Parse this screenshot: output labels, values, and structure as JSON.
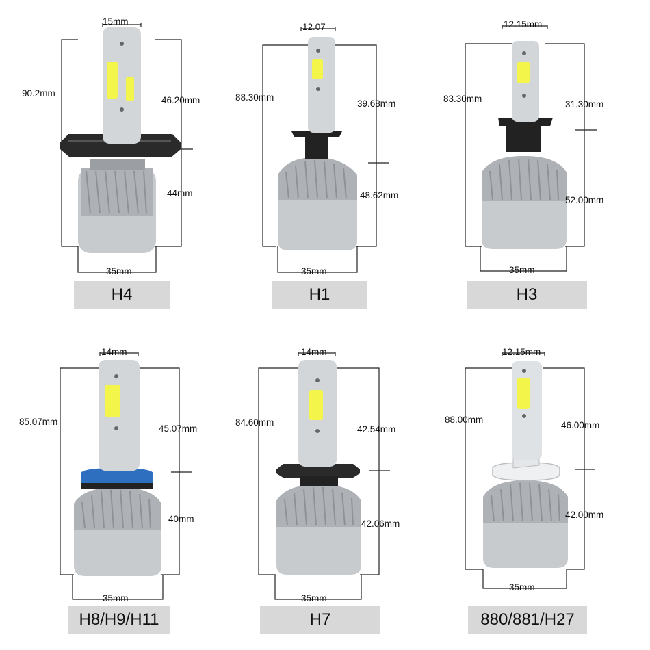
{
  "colors": {
    "label_background": "#d8d8d8",
    "dimension_line": "#222222",
    "bulb_silver": "#c9cccf",
    "led_chip": "#f2f542",
    "holder_black": "#222222",
    "seal_blue": "#2f6fc0"
  },
  "bulbs": [
    {
      "model": "H4",
      "width_top": "15mm",
      "total_length": "90.2mm",
      "upper_length": "46.20mm",
      "lower_length": "44mm",
      "base_width": "35mm"
    },
    {
      "model": "H1",
      "width_top": "12.07",
      "total_length": "88.30mm",
      "upper_length": "39.68mm",
      "lower_length": "48.62mm",
      "base_width": "35mm"
    },
    {
      "model": "H3",
      "width_top": "12.15mm",
      "total_length": "83.30mm",
      "upper_length": "31.30mm",
      "lower_length": "52.00mm",
      "base_width": "35mm"
    },
    {
      "model": "H8/H9/H11",
      "width_top": "14mm",
      "total_length": "85.07mm",
      "upper_length": "45.07mm",
      "lower_length": "40mm",
      "base_width": "35mm"
    },
    {
      "model": "H7",
      "width_top": "14mm",
      "total_length": "84.60mm",
      "upper_length": "42.54mm",
      "lower_length": "42.06mm",
      "base_width": "35mm"
    },
    {
      "model": "880/881/H27",
      "width_top": "12.15mm",
      "total_length": "88.00mm",
      "upper_length": "46.00mm",
      "lower_length": "42.00mm",
      "base_width": "35mm"
    }
  ]
}
